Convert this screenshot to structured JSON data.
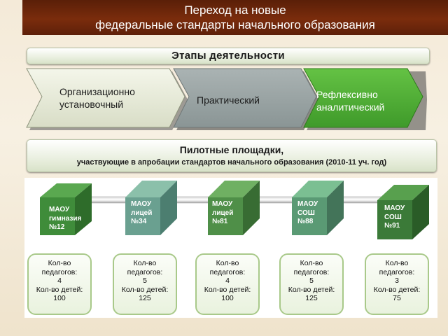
{
  "header": {
    "line1": "Переход на новые",
    "line2": "федеральные стандарты начального образования"
  },
  "stages_bar": {
    "title": "Этапы деятельности"
  },
  "stages": [
    {
      "line1": "Организационно",
      "line2": "установочный",
      "color": "#e7ead9"
    },
    {
      "line1": "Практический",
      "line2": "",
      "color": "#9aa4a4"
    },
    {
      "line1": "Рефлексивно",
      "line2": "аналитический",
      "color": "#55b238"
    }
  ],
  "pilot_bar": {
    "title": "Пилотные площадки,",
    "subtitle": "участвующие в апробации стандартов начального образования (2010-11 уч. год)"
  },
  "schools": [
    {
      "l1": "МАОУ",
      "l2": "гимназия",
      "l3": "№12",
      "i1": "Кол-во",
      "i2": "педагогов:",
      "i3": "4",
      "i4": "Кол-во детей:",
      "i5": "100"
    },
    {
      "l1": "МАОУ",
      "l2": "лицей",
      "l3": "№34",
      "i1": "Кол-во",
      "i2": "педагогов:",
      "i3": "5",
      "i4": "Кол-во детей:",
      "i5": "125"
    },
    {
      "l1": "МАОУ",
      "l2": "лицей",
      "l3": "№81",
      "i1": "Кол-во",
      "i2": "педагогов:",
      "i3": "4",
      "i4": "Кол-во детей:",
      "i5": "100"
    },
    {
      "l1": "МАОУ",
      "l2": "СОШ",
      "l3": "№88",
      "i1": "Кол-во",
      "i2": "педагогов:",
      "i3": "5",
      "i4": "Кол-во детей:",
      "i5": "125"
    },
    {
      "l1": "МАОУ",
      "l2": "СОШ",
      "l3": "№91",
      "i1": "Кол-во",
      "i2": "педагогов:",
      "i3": "3",
      "i4": "Кол-во детей:",
      "i5": "75"
    }
  ]
}
